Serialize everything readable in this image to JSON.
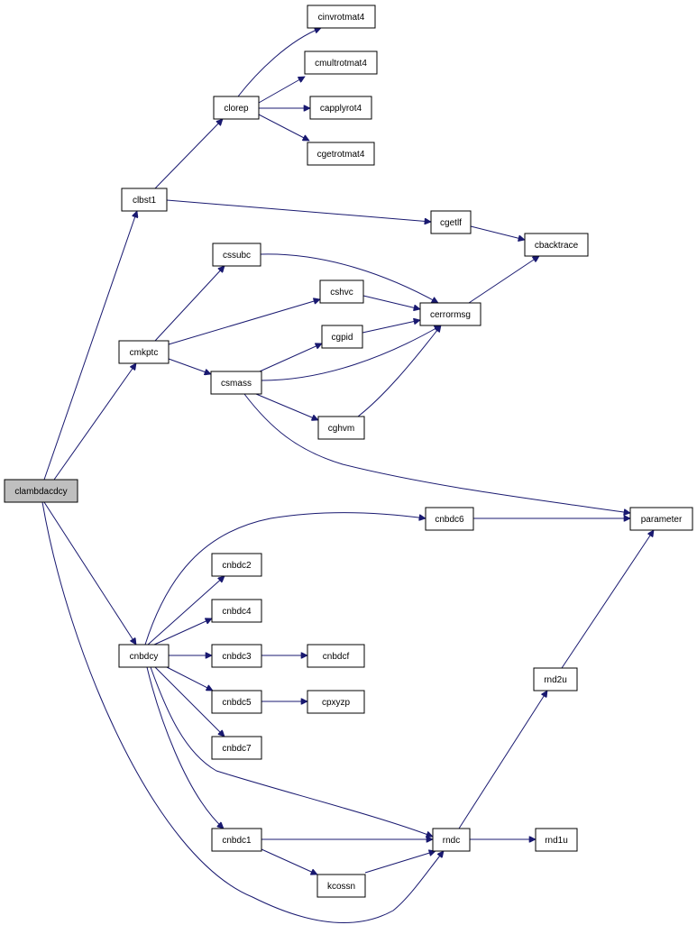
{
  "graph": {
    "edge_color": "#191970",
    "root_fill": "#bfbfbf",
    "node_fill": "#ffffff",
    "nodes": [
      {
        "id": "clambdacdcy",
        "label": "clambdacdcy",
        "root": true
      },
      {
        "id": "clbst1",
        "label": "clbst1"
      },
      {
        "id": "clorep",
        "label": "clorep"
      },
      {
        "id": "cinvrotmat4",
        "label": "cinvrotmat4"
      },
      {
        "id": "cmultrotmat4",
        "label": "cmultrotmat4"
      },
      {
        "id": "capplyrot4",
        "label": "capplyrot4"
      },
      {
        "id": "cgetrotmat4",
        "label": "cgetrotmat4"
      },
      {
        "id": "cgetlf",
        "label": "cgetlf"
      },
      {
        "id": "cbacktrace",
        "label": "cbacktrace"
      },
      {
        "id": "cssubc",
        "label": "cssubc"
      },
      {
        "id": "cshvc",
        "label": "cshvc"
      },
      {
        "id": "cerrormsg",
        "label": "cerrormsg"
      },
      {
        "id": "cmkptc",
        "label": "cmkptc"
      },
      {
        "id": "cgpid",
        "label": "cgpid"
      },
      {
        "id": "csmass",
        "label": "csmass"
      },
      {
        "id": "cghvm",
        "label": "cghvm"
      },
      {
        "id": "parameter",
        "label": "parameter"
      },
      {
        "id": "cnbdc6",
        "label": "cnbdc6"
      },
      {
        "id": "cnbdc2",
        "label": "cnbdc2"
      },
      {
        "id": "cnbdc4",
        "label": "cnbdc4"
      },
      {
        "id": "cnbdcy",
        "label": "cnbdcy"
      },
      {
        "id": "cnbdc3",
        "label": "cnbdc3"
      },
      {
        "id": "cnbdcf",
        "label": "cnbdcf"
      },
      {
        "id": "cnbdc5",
        "label": "cnbdc5"
      },
      {
        "id": "cpxyzp",
        "label": "cpxyzp"
      },
      {
        "id": "cnbdc7",
        "label": "cnbdc7"
      },
      {
        "id": "rnd2u",
        "label": "rnd2u"
      },
      {
        "id": "cnbdc1",
        "label": "cnbdc1"
      },
      {
        "id": "rndc",
        "label": "rndc"
      },
      {
        "id": "rnd1u",
        "label": "rnd1u"
      },
      {
        "id": "kcossn",
        "label": "kcossn"
      }
    ],
    "edges": [
      {
        "from": "clambdacdcy",
        "to": "clbst1"
      },
      {
        "from": "clambdacdcy",
        "to": "cmkptc"
      },
      {
        "from": "clambdacdcy",
        "to": "cnbdcy"
      },
      {
        "from": "clambdacdcy",
        "to": "rndc"
      },
      {
        "from": "clbst1",
        "to": "clorep"
      },
      {
        "from": "clbst1",
        "to": "cgetlf"
      },
      {
        "from": "clorep",
        "to": "cinvrotmat4"
      },
      {
        "from": "clorep",
        "to": "cmultrotmat4"
      },
      {
        "from": "clorep",
        "to": "capplyrot4"
      },
      {
        "from": "clorep",
        "to": "cgetrotmat4"
      },
      {
        "from": "cgetlf",
        "to": "cbacktrace"
      },
      {
        "from": "cerrormsg",
        "to": "cbacktrace"
      },
      {
        "from": "cmkptc",
        "to": "cssubc"
      },
      {
        "from": "cmkptc",
        "to": "cshvc"
      },
      {
        "from": "cmkptc",
        "to": "csmass"
      },
      {
        "from": "cssubc",
        "to": "cerrormsg"
      },
      {
        "from": "cshvc",
        "to": "cerrormsg"
      },
      {
        "from": "cgpid",
        "to": "cerrormsg"
      },
      {
        "from": "csmass",
        "to": "cerrormsg"
      },
      {
        "from": "cghvm",
        "to": "cerrormsg"
      },
      {
        "from": "csmass",
        "to": "cgpid"
      },
      {
        "from": "csmass",
        "to": "cghvm"
      },
      {
        "from": "csmass",
        "to": "parameter"
      },
      {
        "from": "cnbdcy",
        "to": "cnbdc6"
      },
      {
        "from": "cnbdc6",
        "to": "parameter"
      },
      {
        "from": "cnbdcy",
        "to": "cnbdc2"
      },
      {
        "from": "cnbdcy",
        "to": "cnbdc4"
      },
      {
        "from": "cnbdcy",
        "to": "cnbdc3"
      },
      {
        "from": "cnbdc3",
        "to": "cnbdcf"
      },
      {
        "from": "cnbdcy",
        "to": "cnbdc5"
      },
      {
        "from": "cnbdc5",
        "to": "cpxyzp"
      },
      {
        "from": "cnbdcy",
        "to": "cnbdc7"
      },
      {
        "from": "cnbdcy",
        "to": "cnbdc1"
      },
      {
        "from": "cnbdcy",
        "to": "rndc"
      },
      {
        "from": "cnbdc1",
        "to": "rndc"
      },
      {
        "from": "cnbdc1",
        "to": "kcossn"
      },
      {
        "from": "kcossn",
        "to": "rndc"
      },
      {
        "from": "rndc",
        "to": "rnd1u"
      },
      {
        "from": "rndc",
        "to": "rnd2u"
      },
      {
        "from": "rnd2u",
        "to": "parameter"
      }
    ]
  }
}
